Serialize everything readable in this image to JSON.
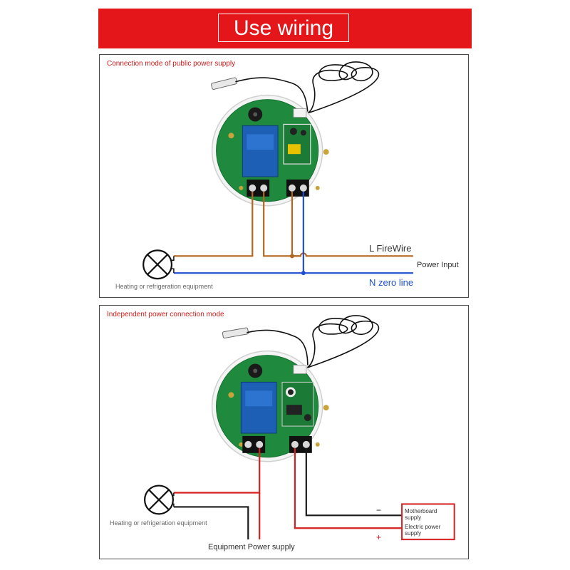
{
  "banner": {
    "title": "Use wiring"
  },
  "panel1": {
    "title": "Connection mode of public power supply",
    "live_label": "L FireWire",
    "power_input_label": "Power Input",
    "neutral_label": "N zero line",
    "load_label": "Heating or refrigeration equipment"
  },
  "panel2": {
    "title": "Independent power connection mode",
    "load_label": "Heating or refrigeration equipment",
    "bottom_label": "Equipment Power supply",
    "minus_sign": "−",
    "plus_sign": "+",
    "supply_label_1a": "Motherboard",
    "supply_label_1b": "supply",
    "supply_label_2a": "Electric power",
    "supply_label_2b": "supply"
  },
  "colors": {
    "banner": "#e5161a",
    "live_wire": "#b5651d",
    "neutral_wire": "#1f4fd1",
    "dc_plus": "#d61f1f",
    "dc_minus": "#1a1a1a",
    "pcb": "#1f8a3e",
    "relay": "#1d5fb5"
  }
}
